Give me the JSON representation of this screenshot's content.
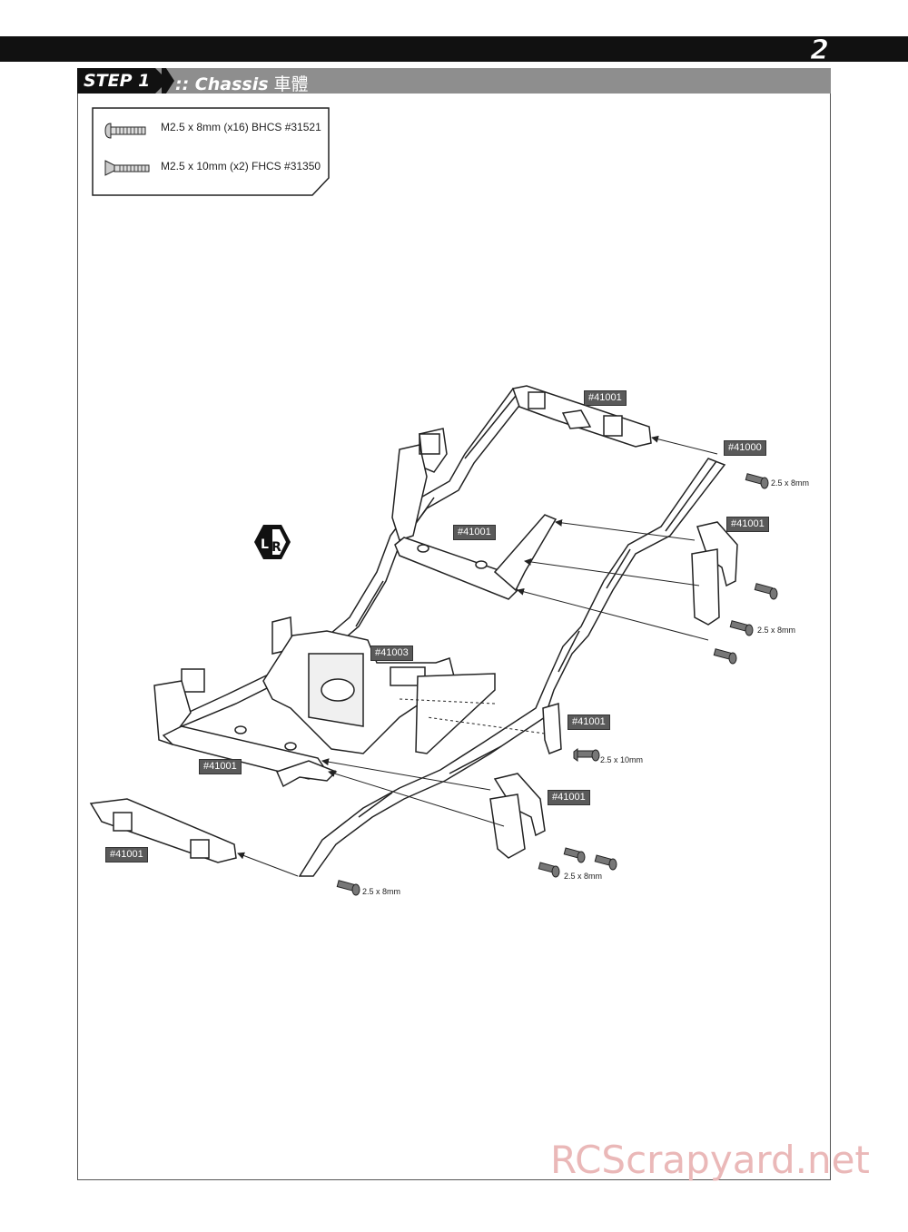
{
  "page": {
    "number": "2",
    "watermark": "RCScrapyard.net"
  },
  "step": {
    "label": "STEP 1",
    "title": ":: Chassis",
    "title_cjk": "車體"
  },
  "hardware": [
    {
      "icon": "button-head-screw-icon",
      "text": "M2.5 x 8mm (x16) BHCS #31521"
    },
    {
      "icon": "flat-head-screw-icon",
      "text": "M2.5 x 10mm (x2) FHCS #31350"
    }
  ],
  "part_labels": [
    {
      "id": "rear-crossmember",
      "text": "#41001"
    },
    {
      "id": "frame-rail",
      "text": "#41000"
    },
    {
      "id": "upper-link-mount",
      "text": "#41001"
    },
    {
      "id": "right-shock-mount",
      "text": "#41001"
    },
    {
      "id": "skid-plate",
      "text": "#41003"
    },
    {
      "id": "body-mount",
      "text": "#41001"
    },
    {
      "id": "front-link-mount",
      "text": "#41001"
    },
    {
      "id": "front-shock-mount",
      "text": "#41001"
    },
    {
      "id": "front-bumper-mount",
      "text": "#41001"
    }
  ],
  "screw_sizes": [
    {
      "id": "rail-front",
      "text": "2.5 x 8mm"
    },
    {
      "id": "shock-rear",
      "text": "2.5 x 8mm"
    },
    {
      "id": "body-mount",
      "text": "2.5 x 10mm"
    },
    {
      "id": "shock-front",
      "text": "2.5 x 8mm"
    },
    {
      "id": "bumper",
      "text": "2.5 x 8mm"
    }
  ],
  "logo": {
    "name": "lr-logo-icon",
    "text": "LR"
  }
}
